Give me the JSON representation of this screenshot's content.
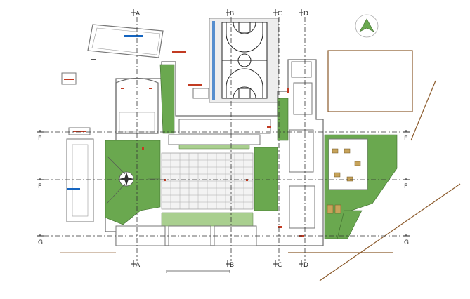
{
  "axes": {
    "vertical": [
      "A",
      "B",
      "C",
      "D"
    ],
    "horizontal": [
      "E",
      "F",
      "G"
    ]
  },
  "colors": {
    "landscape": "#6aa84f",
    "walls": "#6b6b6b",
    "accent_red": "#c23b22",
    "pool_blue": "#1565c0",
    "boundary_brown": "#8b5a2b"
  },
  "icons": {
    "north_arrow": "compass-rose-icon"
  }
}
